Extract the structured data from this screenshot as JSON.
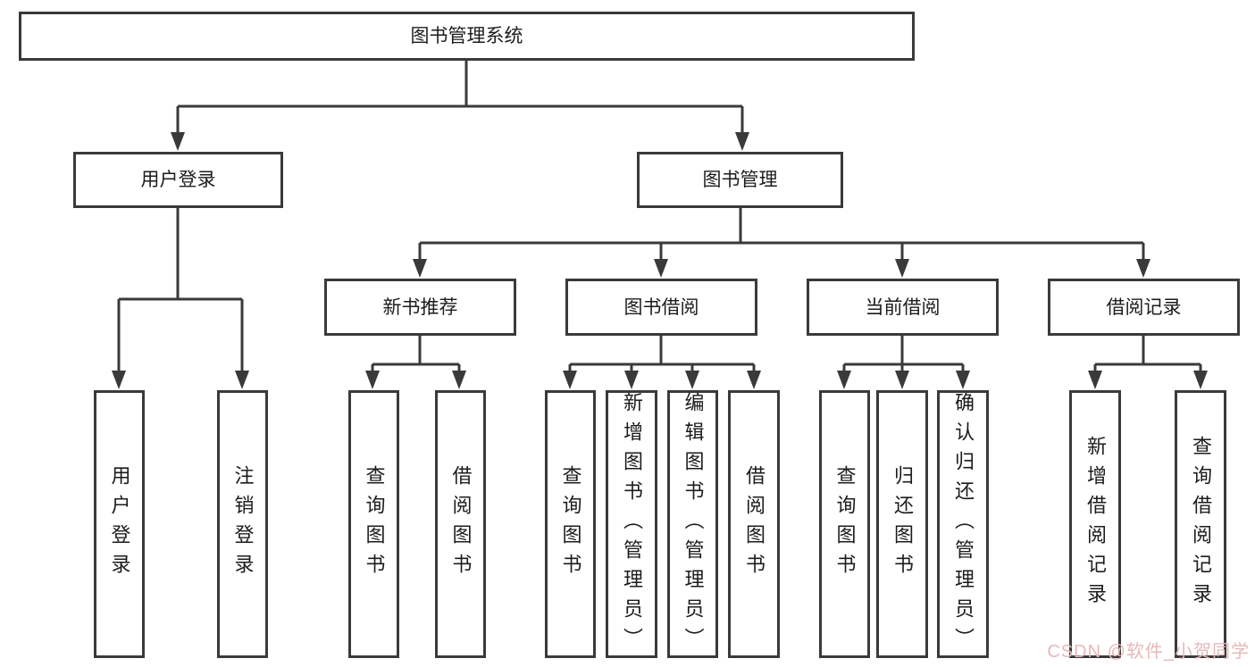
{
  "diagram": {
    "title": "图书管理系统",
    "groups": [
      {
        "label": "用户登录",
        "children": [
          {
            "label": "用户登录"
          },
          {
            "label": "注销登录"
          }
        ]
      },
      {
        "label": "图书管理",
        "sections": [
          {
            "label": "新书推荐",
            "children": [
              {
                "label": "查询图书"
              },
              {
                "label": "借阅图书"
              }
            ]
          },
          {
            "label": "图书借阅",
            "children": [
              {
                "label": "查询图书"
              },
              {
                "label": "新增图书（管理员）"
              },
              {
                "label": "编辑图书（管理员）"
              },
              {
                "label": "借阅图书"
              }
            ]
          },
          {
            "label": "当前借阅",
            "children": [
              {
                "label": "查询图书"
              },
              {
                "label": "归还图书"
              },
              {
                "label": "确认归还（管理员）"
              }
            ]
          },
          {
            "label": "借阅记录",
            "children": [
              {
                "label": "新增借阅记录"
              },
              {
                "label": "查询借阅记录"
              }
            ]
          }
        ]
      }
    ]
  },
  "watermark": {
    "text": "CSDN @软件_小贺同学"
  },
  "colors": {
    "line": "#3a3a3a",
    "text": "#1c1c1c",
    "watermark": "#e7b8b8",
    "background": "#ffffff"
  }
}
